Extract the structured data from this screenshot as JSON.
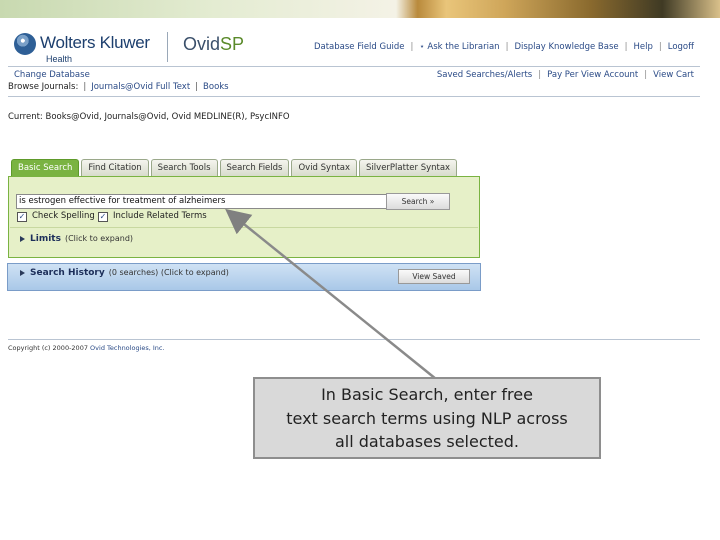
{
  "header": {
    "brand_name": "Wolters Kluwer",
    "brand_sub": "Health",
    "product_name": "Ovid",
    "product_suffix": "SP"
  },
  "top_links": [
    "Database Field Guide",
    "Ask the Librarian",
    "Display Knowledge Base",
    "Help",
    "Logoff"
  ],
  "change_database": "Change Database",
  "secondary_links": [
    "Saved Searches/Alerts",
    "Pay Per View Account",
    "View Cart"
  ],
  "browse": {
    "label": "Browse Journals:",
    "links": [
      "Journals@Ovid Full Text",
      "Books"
    ]
  },
  "current_databases": "Current: Books@Ovid, Journals@Ovid, Ovid MEDLINE(R), PsycINFO",
  "tabs": [
    "Basic Search",
    "Find Citation",
    "Search Tools",
    "Search Fields",
    "Ovid Syntax",
    "SilverPlatter Syntax"
  ],
  "active_tab": "Basic Search",
  "search": {
    "query": "is estrogen effective for treatment of alzheimers",
    "button": "Search »",
    "check_spelling": "Check Spelling",
    "include_related": "Include Related Terms"
  },
  "limits": {
    "label": "Limits",
    "hint": "(Click to expand)"
  },
  "history": {
    "label": "Search History",
    "hint": "(0 searches) (Click to expand)",
    "view_saved": "View Saved"
  },
  "copyright": {
    "text": "Copyright (c) 2000-2007",
    "company": "Ovid Technologies, Inc."
  },
  "callout": {
    "line1": "In Basic Search, enter free",
    "line2": "text search terms using NLP across",
    "line3": "all databases selected."
  },
  "colors": {
    "tab_active": "#7ab342",
    "panel_bg": "#e6f0c8",
    "link": "#2a4a86",
    "history_bg": "#a9c8e8",
    "callout_bg": "#d9d9d9"
  }
}
